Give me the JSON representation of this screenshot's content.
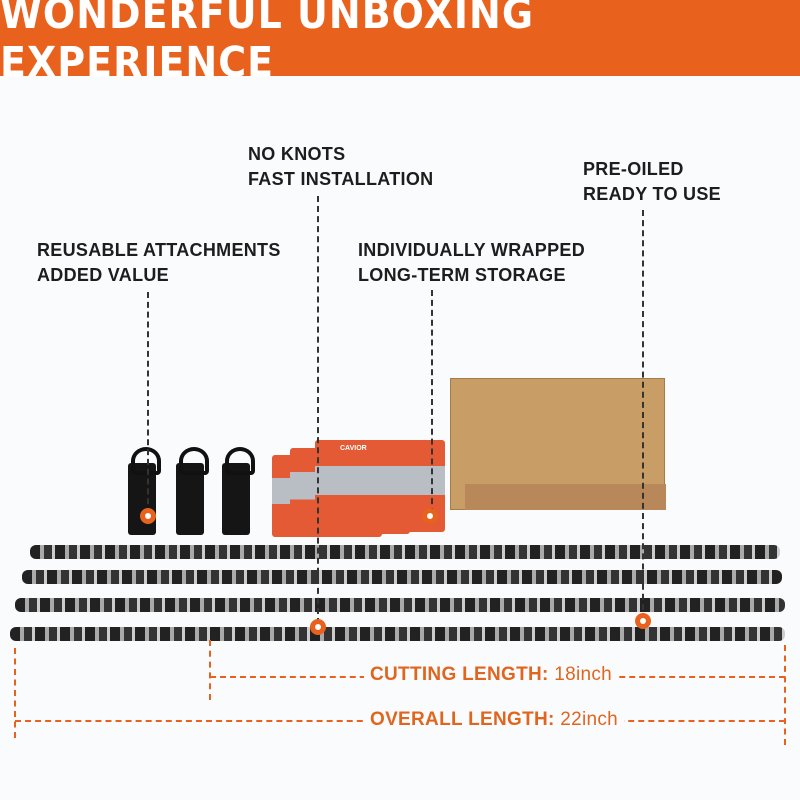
{
  "banner": {
    "title": "WONDERFUL UNBOXING EXPERIENCE",
    "color": "#e8621e"
  },
  "features": [
    {
      "line1": "NO KNOTS",
      "line2": "FAST INSTALLATION"
    },
    {
      "line1": "PRE-OILED",
      "line2": "READY TO USE"
    },
    {
      "line1": "REUSABLE ATTACHMENTS",
      "line2": "ADDED VALUE"
    },
    {
      "line1": "INDIVIDUALLY WRAPPED",
      "line2": "LONG-TERM STORAGE"
    }
  ],
  "package_logo": "CAVIOR",
  "dimensions": {
    "cutting": {
      "label": "CUTTING LENGTH:",
      "value": "18inch"
    },
    "overall": {
      "label": "OVERALL LENGTH:",
      "value": "22inch"
    }
  }
}
